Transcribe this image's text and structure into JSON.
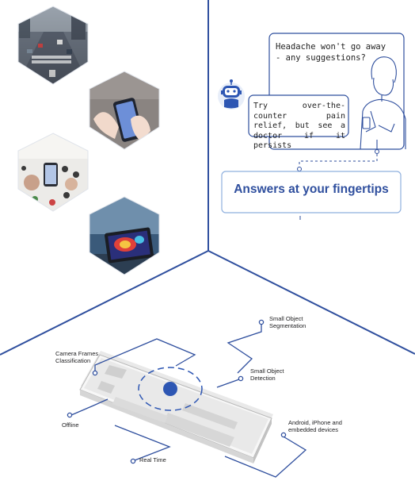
{
  "colors": {
    "line": "#2f4f9e",
    "frame": "#8fb0de",
    "accent": "#2d56b3"
  },
  "chat": {
    "user_message": "Headache won't go away - any suggestions?",
    "bot_reply": "Try over-the-counter pain relief, but see a doctor if it persists",
    "headline": "Answers at your fingertips"
  },
  "features": {
    "small_object_segmentation": "Small Object Segmentation",
    "camera_frames_classification": "Camera Frames Classification",
    "small_object_detection": "Small Object Detection",
    "offline": "Offline",
    "android_iphone": "Android, iPhone and embedded devices",
    "real_time": "Real Time"
  },
  "photos": [
    "city-traffic-photo",
    "phone-hands-photo",
    "hands-collage-photo",
    "tablet-heatmap-photo"
  ],
  "icons": [
    "chatbot-icon",
    "person-with-phone-icon"
  ]
}
